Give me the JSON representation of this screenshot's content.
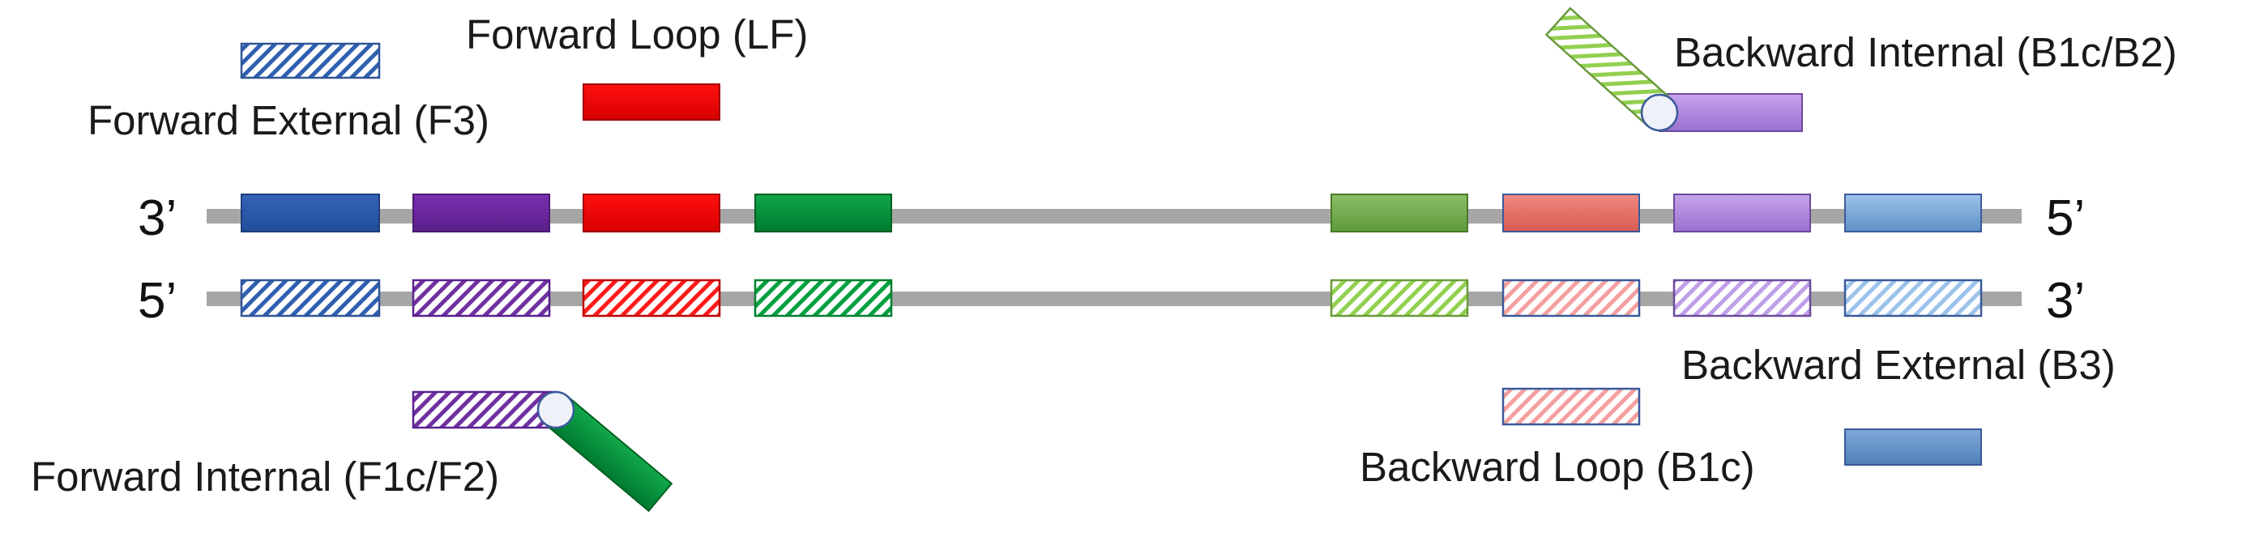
{
  "colors": {
    "strand": "#a6a6a6",
    "f3": "#2f5597",
    "f2": "#7030a0",
    "lf": "#ff0000",
    "f1c": "#00a040",
    "b1c_dna": "#70ad47",
    "b2_dna": "#f08080",
    "b2_purple": "#b48ee0",
    "b3": "#6c9fd6",
    "primer_green_stick": "#009933",
    "primer_light_green_stick": "#92d050"
  },
  "strands": {
    "top": {
      "left_end": "3’",
      "right_end": "5’"
    },
    "bottom": {
      "left_end": "5’",
      "right_end": "3’"
    }
  },
  "primers": {
    "forward_external": "Forward External (F3)",
    "forward_loop": "Forward Loop (LF)",
    "forward_internal": "Forward Internal (F1c/F2)",
    "backward_internal": "Backward Internal (B1c/B2)",
    "backward_external": "Backward External (B3)",
    "backward_loop": "Backward Loop (B1c)"
  },
  "icons": {
    "solid_segment": "solid-segment-icon",
    "hatched_segment": "hatched-segment-icon",
    "hinge": "hinge-circle-icon"
  }
}
